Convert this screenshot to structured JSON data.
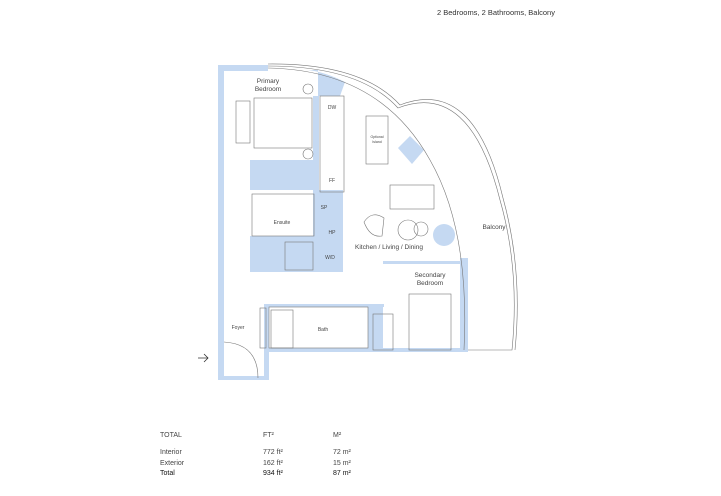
{
  "header": {
    "unit_description": "2 Bedrooms, 2 Bathrooms, Balcony"
  },
  "floor_plan": {
    "wall_color": "#c5d9f2",
    "rooms": {
      "primary_bedroom_line1": "Primary",
      "primary_bedroom_line2": "Bedroom",
      "ensuite": "Ensuite",
      "kitchen_living_dining": "Kitchen / Living / Dining",
      "secondary_bedroom_line1": "Secondary",
      "secondary_bedroom_line2": "Bedroom",
      "balcony": "Balcony",
      "foyer": "Foyer",
      "bath": "Bath"
    },
    "fixtures": {
      "dw": "DW",
      "ff": "FF",
      "sp": "SP",
      "hp": "HP",
      "wd": "W/D",
      "optional_island_line1": "Optional",
      "optional_island_line2": "Island"
    },
    "entry_icon": "arrow-right-icon"
  },
  "area_table": {
    "headers": [
      "TOTAL",
      "FT²",
      "M²"
    ],
    "rows": [
      {
        "label": "Interior",
        "ft2": "772 ft²",
        "m2": "72 m²"
      },
      {
        "label": "Exterior",
        "ft2": "162 ft²",
        "m2": "15 m²"
      },
      {
        "label": "Total",
        "ft2": "934 ft²",
        "m2": "87 m²"
      }
    ]
  }
}
